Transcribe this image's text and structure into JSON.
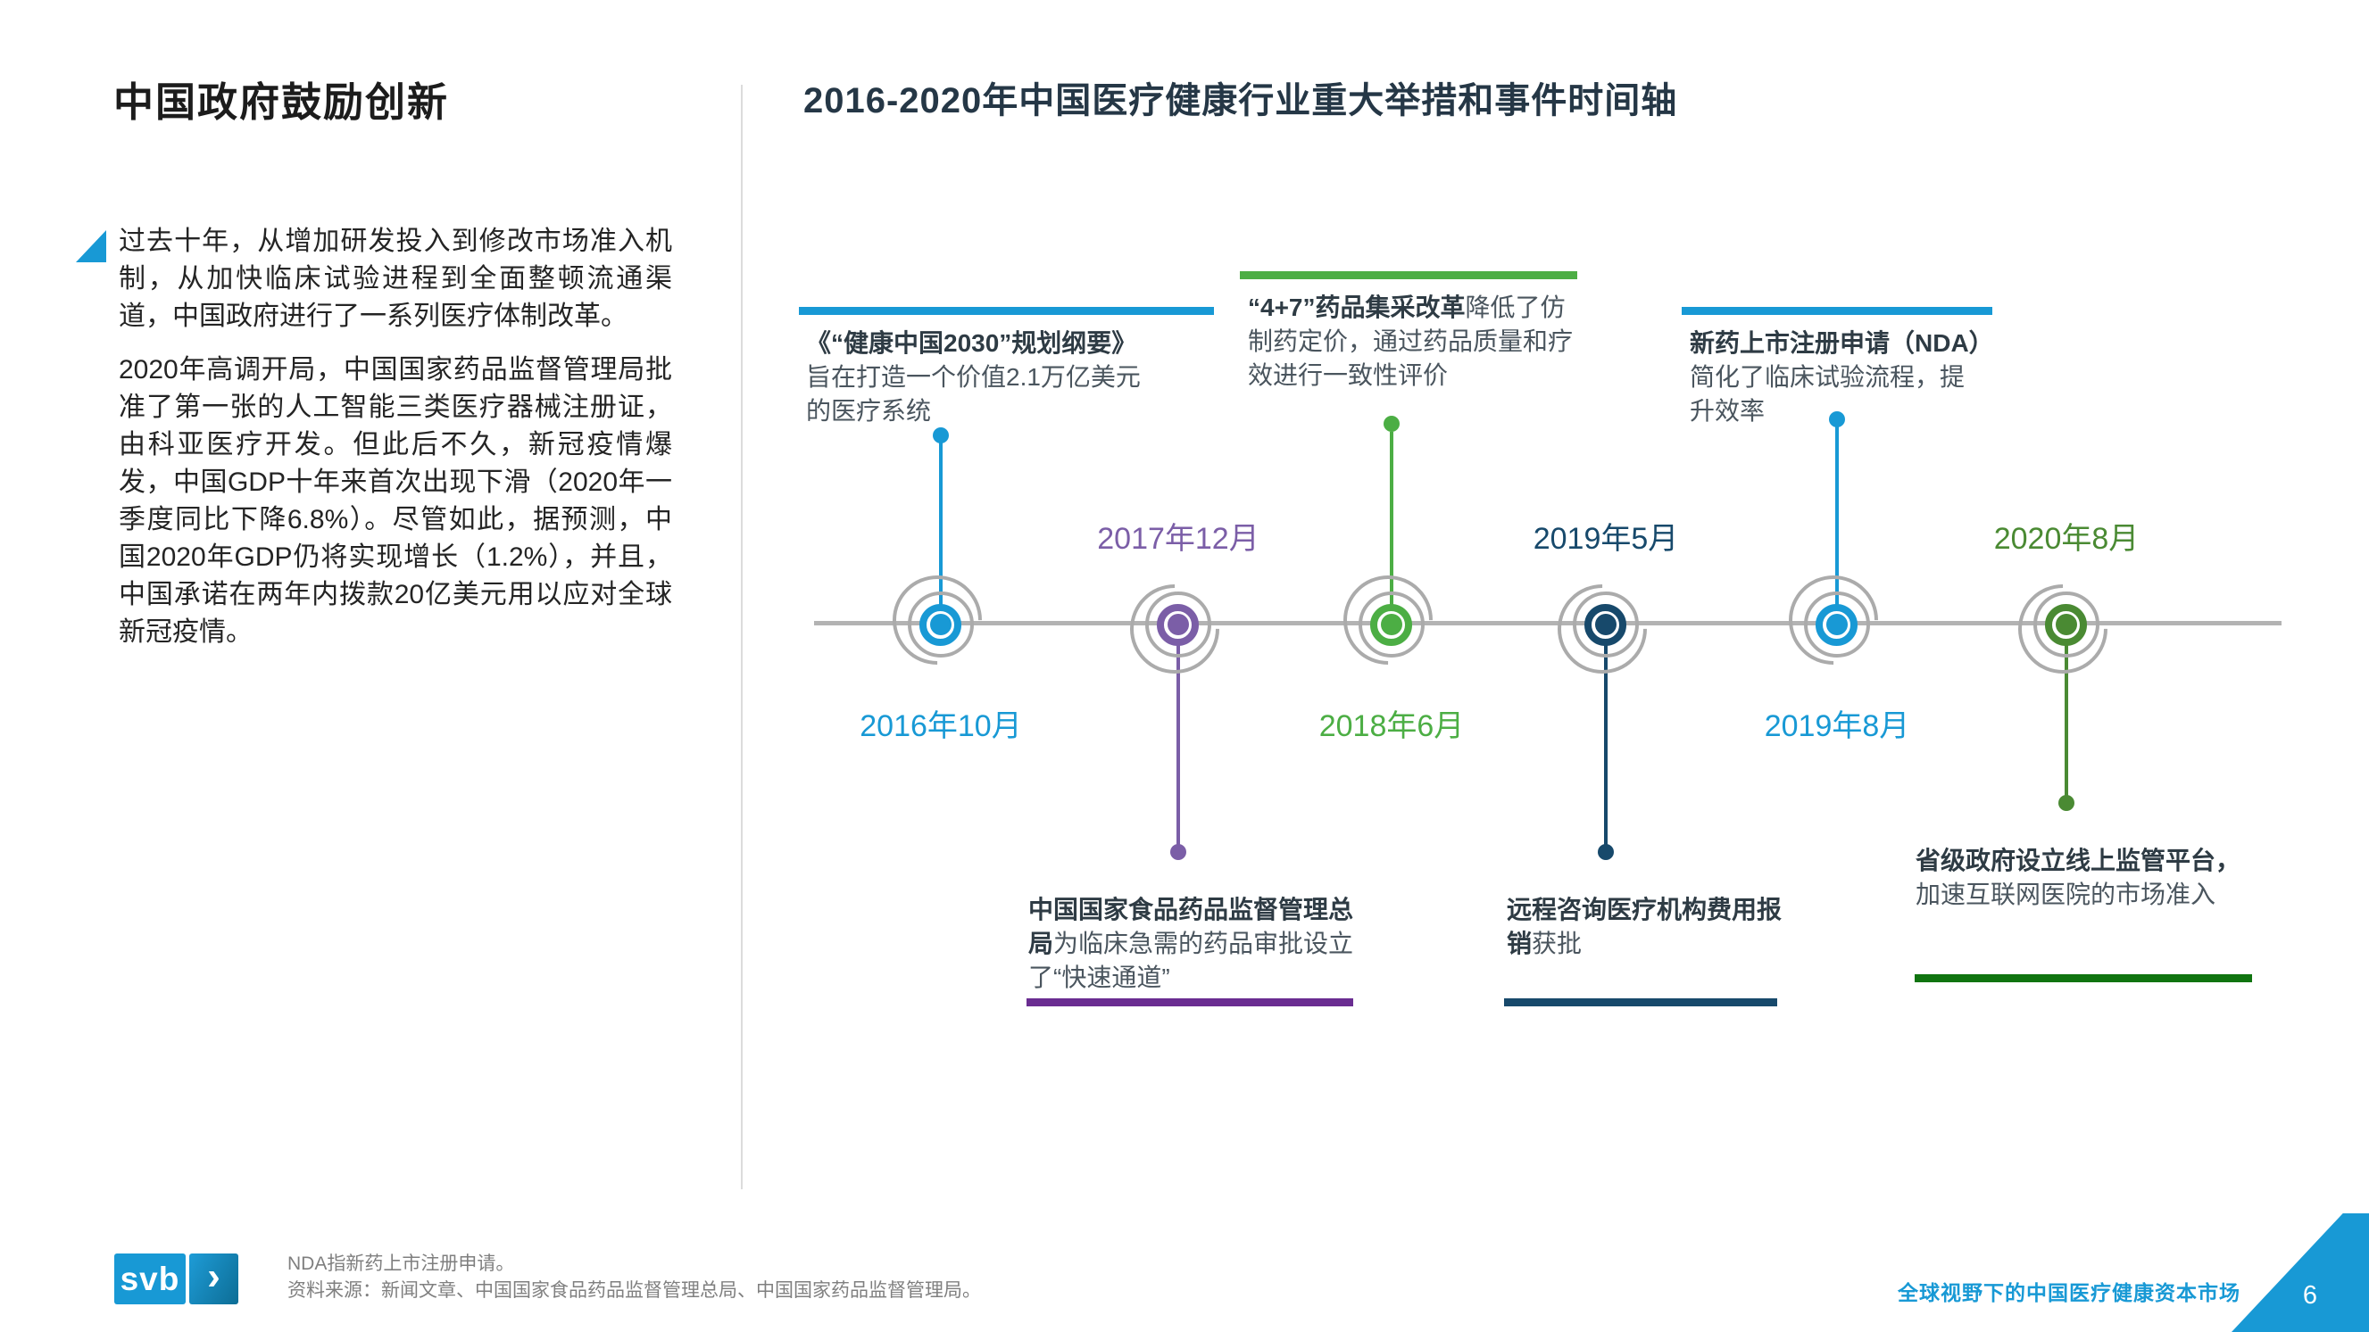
{
  "slide": {
    "left_panel": {
      "title": "中国政府鼓励创新",
      "paragraphs": [
        "过去十年，从增加研发投入到修改市场准入机制，从加快临床试验进程到全面整顿流通渠道，中国政府进行了一系列医疗体制改革。",
        "2020年高调开局，中国国家药品监督管理局批准了第一张的人工智能三类医疗器械注册证，由科亚医疗开发。但此后不久，新冠疫情爆发，中国GDP十年来首次出现下滑（2020年一季度同比下降6.8%）。尽管如此，据预测，中国2020年GDP仍将实现增长（1.2%），并且，中国承诺在两年内拨款20亿美元用以应对全球新冠疫情。"
      ]
    },
    "timeline": {
      "title": "2016-2020年中国医疗健康行业重大举措和事件时间轴",
      "events": [
        {
          "date": "2016年10月",
          "annotation_bold": "《“健康中国2030”规划纲要》",
          "annotation_text": "旨在打造一个价值2.1万亿美元的医疗系统",
          "annotation_position": "above",
          "color": "#1899d5",
          "bar_color": "#1899d5"
        },
        {
          "date": "2017年12月",
          "annotation_bold": "中国国家食品药品监督管理总局",
          "annotation_text": "为临床急需的药品审批设立了“快速通道”",
          "annotation_position": "below",
          "color": "#7b5ea7",
          "bar_color": "#6a2d91"
        },
        {
          "date": "2018年6月",
          "annotation_bold": "“4+7”药品集采改革",
          "annotation_text": "降低了仿制药定价，通过药品质量和疗效进行一致性评价",
          "annotation_position": "above",
          "color": "#4cae44",
          "bar_color": "#4cae44"
        },
        {
          "date": "2019年5月",
          "annotation_bold": "远程咨询医疗机构费用报销",
          "annotation_text": "获批",
          "annotation_position": "below",
          "color": "#17496b",
          "bar_color": "#17496b"
        },
        {
          "date": "2019年8月",
          "annotation_bold": "新药上市注册申请（NDA）",
          "annotation_text": "简化了临床试验流程，提升效率",
          "annotation_position": "above",
          "color": "#1899d5",
          "bar_color": "#1899d5"
        },
        {
          "date": "2020年8月",
          "annotation_bold": "省级政府设立线上监管平台，",
          "annotation_text": "加速互联网医院的市场准入",
          "annotation_position": "below",
          "color": "#4a8a33",
          "bar_color": "#107410"
        }
      ]
    },
    "footer": {
      "logo_text": "svb",
      "logo_chevron": "›",
      "notes": [
        "NDA指新药上市注册申请。",
        "资料来源：新闻文章、中国国家食品药品监督管理总局、中国国家药品监督管理局。"
      ],
      "report_title": "全球视野下的中国医疗健康资本市场",
      "page_number": "6"
    }
  }
}
